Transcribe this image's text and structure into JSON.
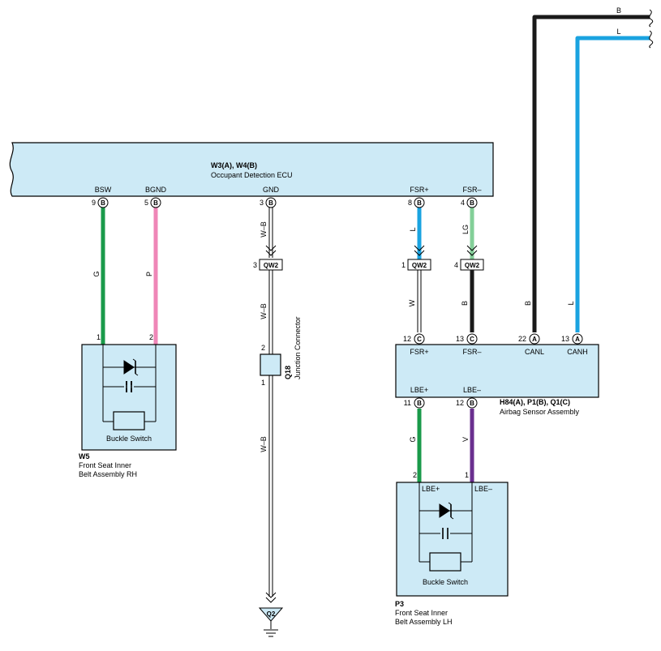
{
  "colors": {
    "component_fill": "#cdeaf6",
    "wire_green": "#1a9a4a",
    "wire_pink": "#ef86b7",
    "wire_blue": "#1aa3e0",
    "wire_lightgreen": "#83cf98",
    "wire_black": "#1a1a1a",
    "wire_violet": "#6a2f8f",
    "wire_white": "#ffffff"
  },
  "ecu": {
    "id": "W3(A), W4(B)",
    "name": "Occupant Detection ECU",
    "terminals": [
      {
        "pin": "9",
        "conn": "B",
        "name": "BSW",
        "wire": "G"
      },
      {
        "pin": "5",
        "conn": "B",
        "name": "BGND",
        "wire": "P"
      },
      {
        "pin": "3",
        "conn": "B",
        "name": "GND",
        "wire": "W–B"
      },
      {
        "pin": "8",
        "conn": "B",
        "name": "FSR+",
        "wire": "L"
      },
      {
        "pin": "4",
        "conn": "B",
        "name": "FSR–",
        "wire": "LG"
      }
    ]
  },
  "belt_rh": {
    "id": "W5",
    "name_line1": "Front Seat Inner",
    "name_line2": "Belt Assembly RH",
    "switch_label": "Buckle Switch",
    "pins": [
      "1",
      "2"
    ]
  },
  "ground_path": {
    "conn_left_pin": "3",
    "conn_left": "QW2",
    "wire_after": "W–B",
    "junction_id": "Q18",
    "junction_name": "Junction Connector",
    "junction_pin_top": "2",
    "junction_pin_bottom": "1",
    "wire_bottom": "W–B",
    "ground_label": "Q2"
  },
  "qw2_right": [
    {
      "pin": "1",
      "conn": "QW2",
      "wire": "W"
    },
    {
      "pin": "4",
      "conn": "QW2",
      "wire": "B"
    }
  ],
  "airbag": {
    "id": "H84(A), P1(B), Q1(C)",
    "name": "Airbag Sensor Assembly",
    "top_terminals": [
      {
        "pin": "12",
        "conn": "C",
        "name": "FSR+"
      },
      {
        "pin": "13",
        "conn": "C",
        "name": "FSR–"
      },
      {
        "pin": "22",
        "conn": "A",
        "name": "CANL"
      },
      {
        "pin": "13",
        "conn": "A",
        "name": "CANH"
      }
    ],
    "bottom_terminals": [
      {
        "pin": "11",
        "conn": "B",
        "name": "LBE+",
        "wire": "G"
      },
      {
        "pin": "12",
        "conn": "B",
        "name": "LBE–",
        "wire": "V"
      }
    ]
  },
  "can_wires": {
    "canl": "B",
    "canh": "L",
    "top_canl": "B",
    "top_canh": "L"
  },
  "belt_lh": {
    "id": "P3",
    "name_line1": "Front Seat Inner",
    "name_line2": "Belt Assembly LH",
    "switch_label": "Buckle Switch",
    "pins": [
      "2",
      "1"
    ],
    "term_left": "LBE+",
    "term_right": "LBE–"
  }
}
